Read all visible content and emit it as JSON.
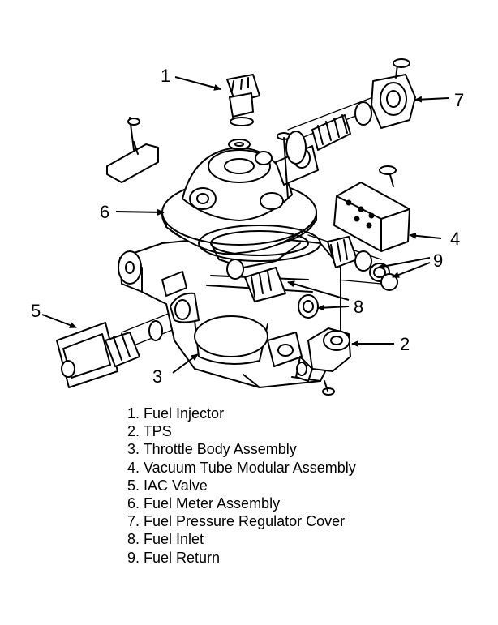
{
  "callouts": [
    "1",
    "2",
    "3",
    "4",
    "5",
    "6",
    "7",
    "8",
    "9"
  ],
  "legend": [
    "1. Fuel Injector",
    "2. TPS",
    "3. Throttle Body Assembly",
    "4. Vacuum Tube Modular Assembly",
    "5. IAC Valve",
    "6. Fuel Meter Assembly",
    "7. Fuel Pressure Regulator Cover",
    "8. Fuel Inlet",
    "9. Fuel Return"
  ]
}
